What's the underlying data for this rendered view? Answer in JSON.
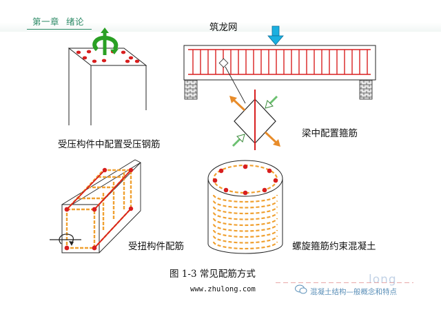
{
  "header": {
    "chapter_number": "第一章",
    "chapter_title": "绪论"
  },
  "labels": {
    "top_right_title": "筑龙网",
    "compression_steel": "受压构件中配置受压钢筋",
    "beam_stirrups": "梁中配置箍筋",
    "torsion_reinforcement": "受扭构件配筋",
    "spiral_confinement": "螺旋箍筋约束混凝土"
  },
  "caption": "图 1-3  常见配筋方式",
  "url": "www.zhulong.com",
  "watermark": {
    "text": "混凝土结构—般概念和特点",
    "ghost_text": "long"
  },
  "colors": {
    "chapter_green": "#2c8a66",
    "rebar_red": "#d81e1e",
    "stirrup_orange": "#f0a030",
    "green_arrow": "#2aa024",
    "load_arrow_blue": "#1ab0e0",
    "support_gray": "#d0d0d0"
  },
  "icons": [
    "moment-arrow-icon",
    "load-arrow-icon",
    "torque-arrow-icon",
    "wechat-icon"
  ]
}
